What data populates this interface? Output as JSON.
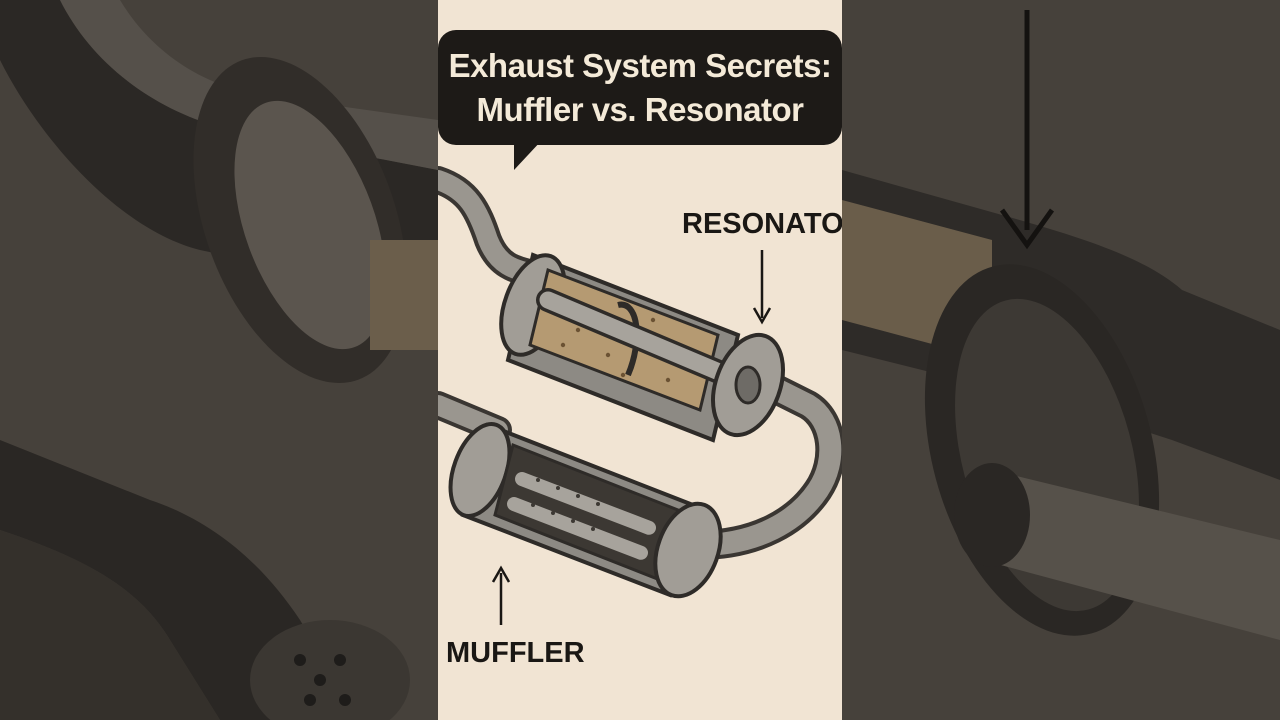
{
  "title": {
    "line1": "Exhaust System Secrets:",
    "line2": "Muffler vs. Resonator"
  },
  "labels": {
    "resonator": "RESONATOR",
    "muffler": "MUFFLER"
  },
  "icons": [
    "down-arrow-icon",
    "up-arrow-icon"
  ],
  "colors": {
    "panel_background": "#f1e4d3",
    "bubble_background": "#1d1a17",
    "bubble_text": "#f4ead8",
    "label_text": "#1a1714",
    "pipe": "#8d8a84",
    "packing": "#b59a72",
    "side_background": "#46413b"
  }
}
